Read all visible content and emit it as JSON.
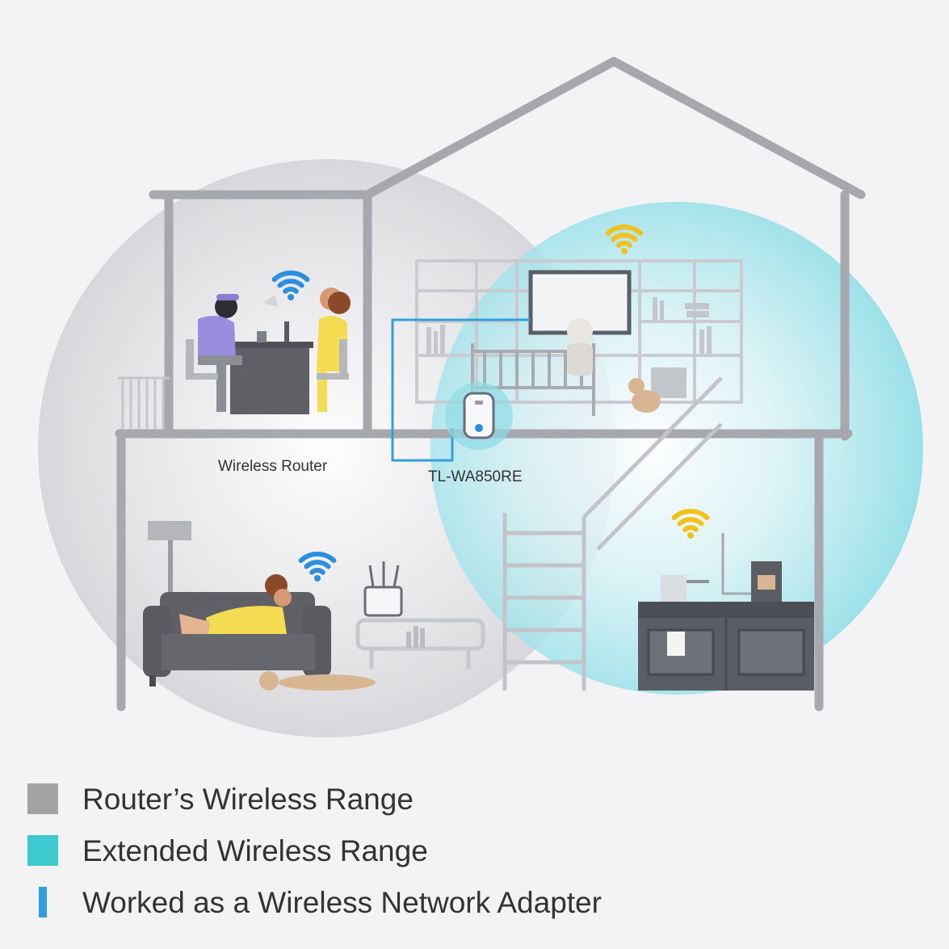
{
  "labels": {
    "router": "Wireless Router",
    "extender": "TL-WA850RE"
  },
  "legend": [
    {
      "label": "Router’s Wireless Range",
      "color": "#a3a3a6",
      "kind": "square"
    },
    {
      "label": "Extended Wireless Range",
      "color": "#3dc9cf",
      "kind": "square"
    },
    {
      "label": "Worked as a Wireless Network Adapter",
      "color": "#2f9fe0",
      "kind": "bar"
    }
  ],
  "colors": {
    "house_line": "#a6a8ae",
    "wifi_blue": "#2a8fe0",
    "wifi_yellow": "#f2c21a",
    "router_range": "#d9d9dc",
    "extended_range": "#7fd8e2",
    "adapter_line": "#2f9fe0"
  },
  "icons": {
    "wifi_router_side": "wifi-icon",
    "wifi_extended_side": "wifi-icon"
  }
}
